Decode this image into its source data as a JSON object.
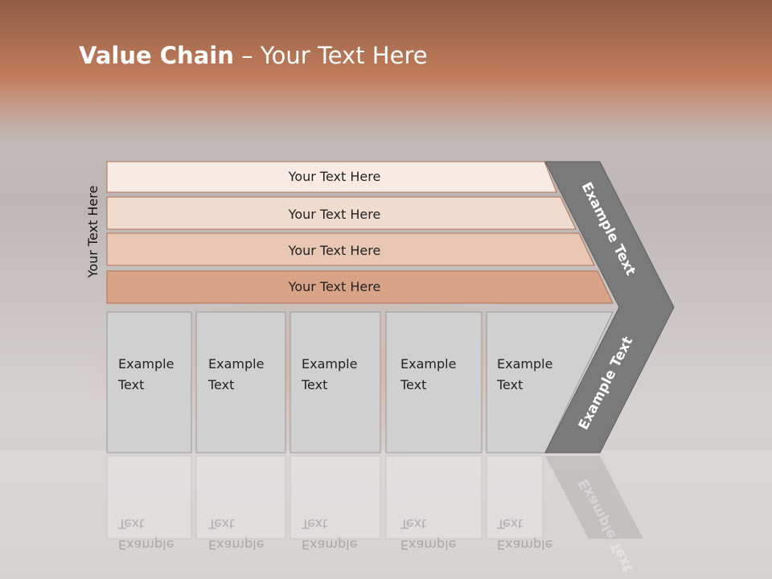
{
  "title": {
    "bold": "Value Chain",
    "rest": " – Your Text Here"
  },
  "side_label": "Your Text Here",
  "bands": [
    {
      "label": "Your Text Here",
      "fill": "#f8ebe6"
    },
    {
      "label": "Your Text Here",
      "fill": "#f0dccf"
    },
    {
      "label": "Your Text Here",
      "fill": "#e8c7b5"
    },
    {
      "label": "Your Text Here",
      "fill": "#d9a388"
    }
  ],
  "columns": [
    {
      "line1": "Example",
      "line2": "Text"
    },
    {
      "line1": "Example",
      "line2": "Text"
    },
    {
      "line1": "Example",
      "line2": "Text"
    },
    {
      "line1": "Example",
      "line2": "Text"
    },
    {
      "line1": "Example",
      "line2": "Text"
    }
  ],
  "chevron": {
    "upper_label": "Example Text",
    "lower_label": "Example Text",
    "fill": "#7a7a7a"
  },
  "colors": {
    "header": "#c27c5b",
    "column_fill": "#d0d0d0",
    "band_stroke": "#b07058"
  }
}
